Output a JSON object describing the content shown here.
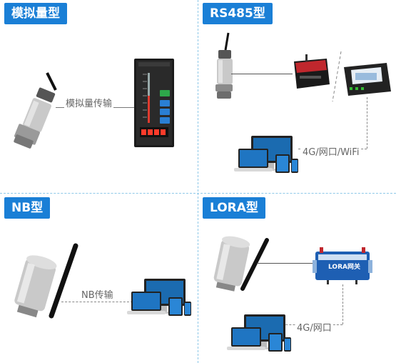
{
  "sections": {
    "analog": {
      "title": "模拟量型",
      "link_label": "模拟量传输"
    },
    "rs485": {
      "title": "RS485型",
      "link_label": "4G/网口/WiFi"
    },
    "nb": {
      "title": "NB型",
      "link_label": "NB传输"
    },
    "lora": {
      "title": "LORA型",
      "link_label": "4G/网口",
      "gateway_label": "LORA网关"
    }
  },
  "colors": {
    "tag_bg": "#1a7fd6",
    "divider": "#8ec8e8",
    "gateway_red": "#c0272d",
    "gateway_blue": "#1e5fb3"
  },
  "icons": [
    "pressure-sensor-icon",
    "panel-meter-icon",
    "wireless-sensor-icon",
    "antenna-icon",
    "dtu-module-icon",
    "controller-icon",
    "laptop-icon",
    "monitor-icon",
    "tablet-icon",
    "phone-icon",
    "lora-gateway-icon"
  ]
}
